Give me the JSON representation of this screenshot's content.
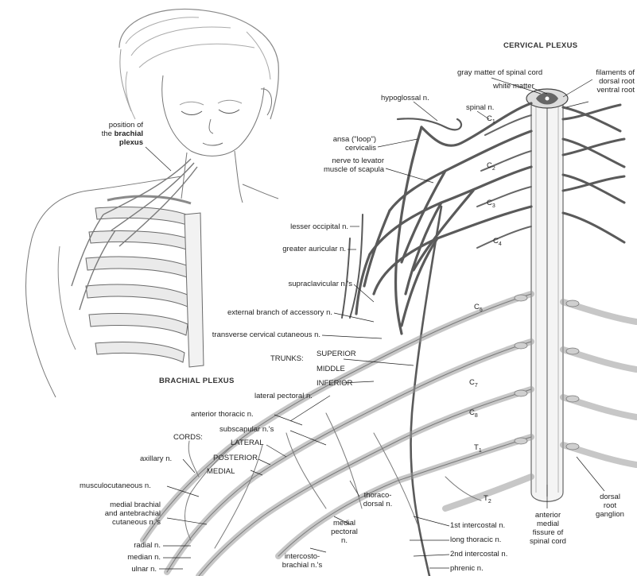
{
  "headings": {
    "cervical_plexus": "CERVICAL PLEXUS",
    "brachial_plexus": "BRACHIAL PLEXUS"
  },
  "inset": {
    "position_line1": "position of",
    "position_line2_prefix": "the ",
    "position_line2_bold": "brachial",
    "position_line3": "plexus"
  },
  "cervical_labels": {
    "gray_matter": "gray matter of spinal cord",
    "white_matter": "white matter",
    "filaments_line1": "filaments of",
    "filaments_line2": "dorsal root",
    "ventral_root": "ventral root",
    "hypoglossal": "hypoglossal n.",
    "spinal_n": "spinal n.",
    "ansa_line1": "ansa (\"loop\")",
    "ansa_line2": "cervicalis",
    "levator_line1": "nerve to levator",
    "levator_line2": "muscle of scapula",
    "lesser_occipital": "lesser occipital n.",
    "greater_auricular": "greater auricular n.",
    "supraclavicular": "supraclavicular n.'s",
    "accessory": "external branch of accessory n.",
    "transverse": "transverse cervical cutaneous n."
  },
  "segments": {
    "c1": "C",
    "c1_sub": "1",
    "c2": "C",
    "c2_sub": "2",
    "c3": "C",
    "c3_sub": "3",
    "c4": "C",
    "c4_sub": "4",
    "c5": "C",
    "c5_sub": "5",
    "c7": "C",
    "c7_sub": "7",
    "c8": "C",
    "c8_sub": "8",
    "t1": "T",
    "t1_sub": "1",
    "t2": "T",
    "t2_sub": "2"
  },
  "brachial_labels": {
    "trunks": "TRUNKS:",
    "superior": "SUPERIOR",
    "middle": "MIDDLE",
    "inferior": "INFERIOR",
    "lateral_pectoral": "lateral pectoral n.",
    "anterior_thoracic": "anterior thoracic n.",
    "subscapular": "subscapular n.'s",
    "cords": "CORDS:",
    "lateral": "LATERAL",
    "posterior": "POSTERIOR",
    "medial": "MEDIAL",
    "axillary": "axillary n.",
    "musculocutaneous": "musculocutaneous n.",
    "medial_brachial_line1": "medial brachial",
    "medial_brachial_line2": "and antebrachial",
    "medial_brachial_line3": "cutaneous n.'s",
    "radial": "radial n.",
    "median": "median n.",
    "ulnar": "ulnar n.",
    "thoracodorsal_line1": "thoraco-",
    "thoracodorsal_line2": "dorsal n.",
    "medial_pectoral_line1": "medial",
    "medial_pectoral_line2": "pectoral",
    "medial_pectoral_line3": "n.",
    "intercostobrachial_line1": "intercosto-",
    "intercostobrachial_line2": "brachial n.'s",
    "first_intercostal": "1st intercostal n.",
    "long_thoracic": "long thoracic n.",
    "second_intercostal": "2nd intercostal n.",
    "phrenic": "phrenic n.",
    "fissure_line1": "anterior",
    "fissure_line2": "medial",
    "fissure_line3": "fissure of",
    "fissure_line4": "spinal cord",
    "ganglion_line1": "dorsal",
    "ganglion_line2": "root",
    "ganglion_line3": "ganglion"
  },
  "colors": {
    "nerve_dark": "#5a5a5a",
    "nerve_light": "#d9d9d9",
    "ink": "#222222",
    "background": "#ffffff"
  }
}
